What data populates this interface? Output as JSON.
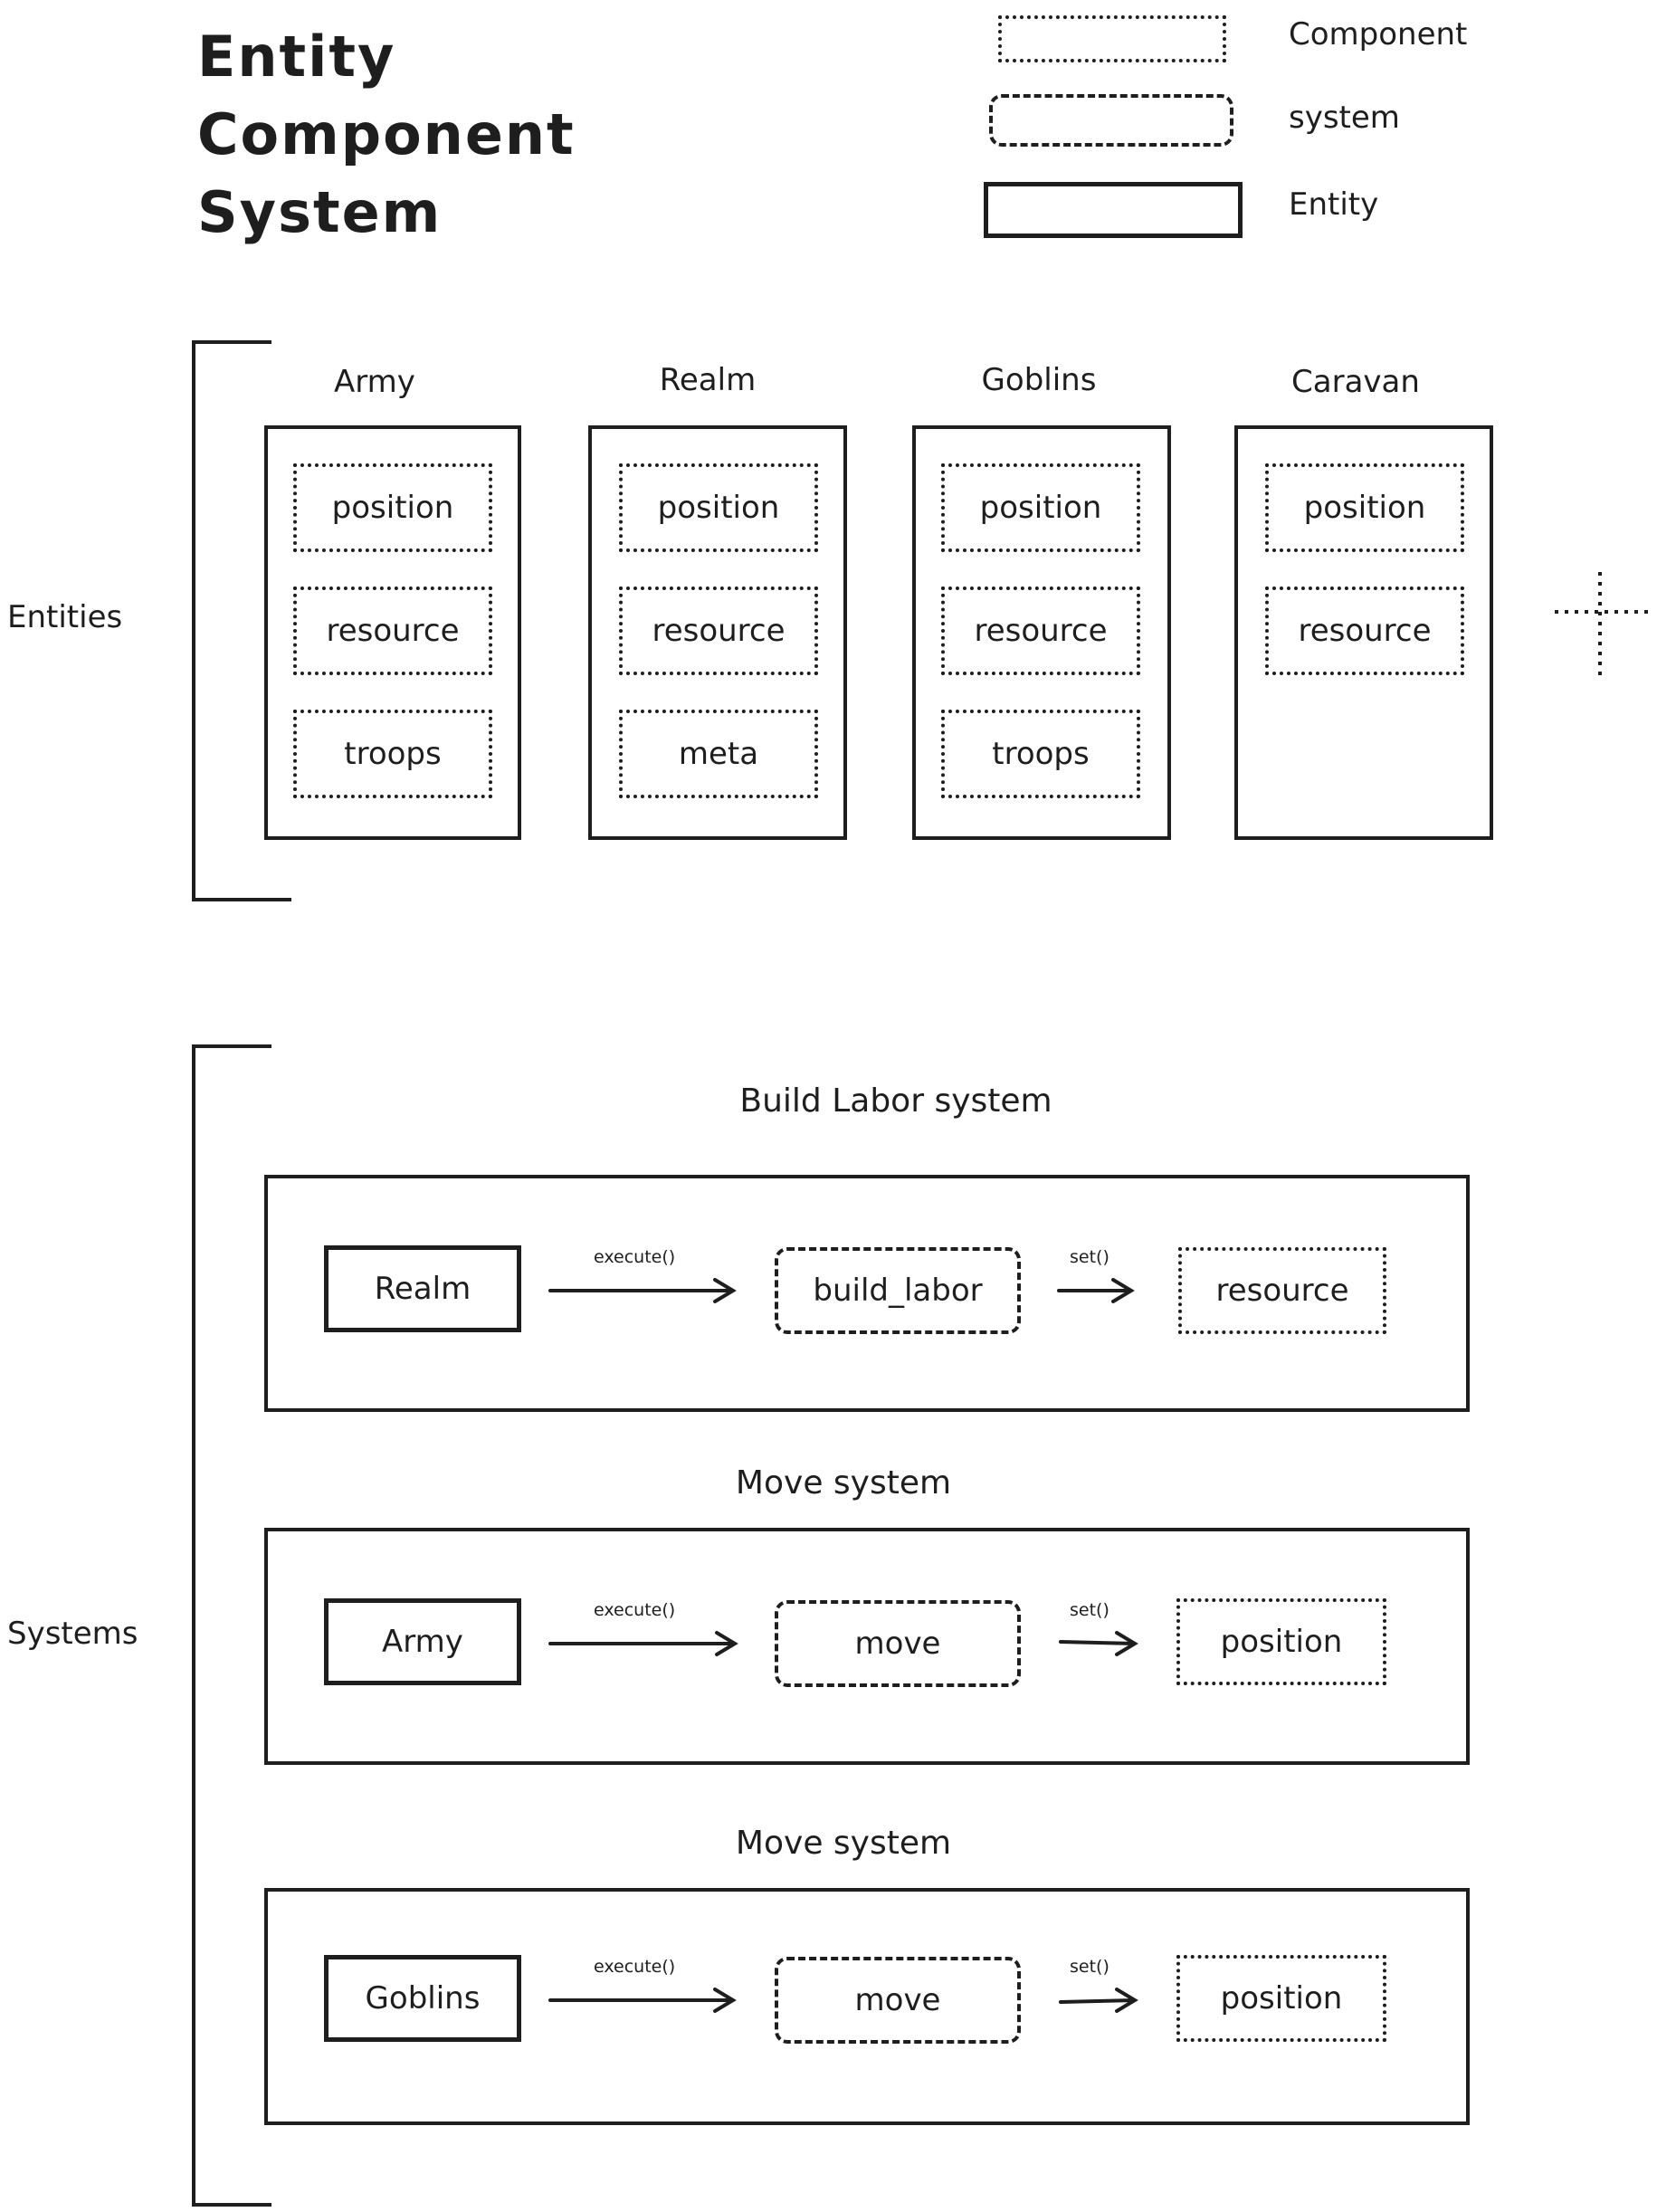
{
  "title": {
    "line1": "Entity",
    "line2": "Component",
    "line3": "System"
  },
  "legend": {
    "component": "Component",
    "system": "system",
    "entity": "Entity"
  },
  "sections": {
    "entities": "Entities",
    "systems": "Systems"
  },
  "entities": [
    {
      "name": "Army",
      "components": [
        "position",
        "resource",
        "troops"
      ]
    },
    {
      "name": "Realm",
      "components": [
        "position",
        "resource",
        "meta"
      ]
    },
    {
      "name": "Goblins",
      "components": [
        "position",
        "resource",
        "troops"
      ]
    },
    {
      "name": "Caravan",
      "components": [
        "position",
        "resource"
      ]
    }
  ],
  "systems": [
    {
      "title": "Build Labor system",
      "entity": "Realm",
      "call": "execute()",
      "system": "build_labor",
      "set": "set()",
      "component": "resource"
    },
    {
      "title": "Move system",
      "entity": "Army",
      "call": "execute()",
      "system": "move",
      "set": "set()",
      "component": "position"
    },
    {
      "title": "Move system",
      "entity": "Goblins",
      "call": "execute()",
      "system": "move",
      "set": "set()",
      "component": "position"
    }
  ]
}
